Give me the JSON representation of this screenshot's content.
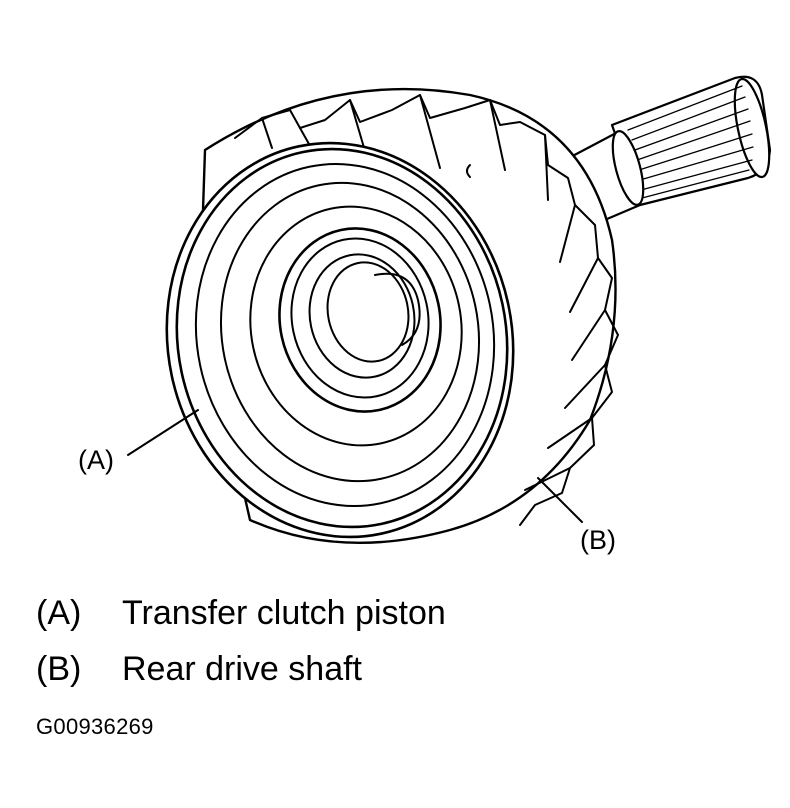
{
  "callouts": {
    "a": "(A)",
    "b": "(B)"
  },
  "legend": [
    {
      "key": "(A)",
      "label": "Transfer clutch piston"
    },
    {
      "key": "(B)",
      "label": "Rear drive shaft"
    }
  ],
  "figure_id": "G00936269",
  "colors": {
    "line": "#000000",
    "background": "#ffffff"
  }
}
